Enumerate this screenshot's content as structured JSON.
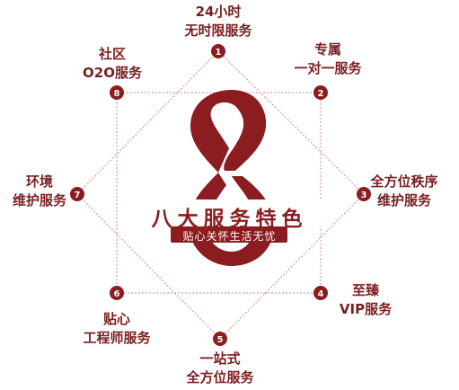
{
  "colors": {
    "brand": "#8b1c1f",
    "label": "#7a1f22",
    "line": "#c98a8c",
    "background": "#ffffff"
  },
  "center": {
    "emblem": "8",
    "title": "八大服务特色",
    "subtitle": "贴心关怀生活无忧"
  },
  "services": [
    {
      "number": "1",
      "lines": [
        "24小时",
        "无时限服务"
      ]
    },
    {
      "number": "2",
      "lines": [
        "专属",
        "一对一服务"
      ]
    },
    {
      "number": "3",
      "lines": [
        "全方位秩序",
        "维护服务"
      ]
    },
    {
      "number": "4",
      "lines": [
        "至臻",
        "VIP服务"
      ]
    },
    {
      "number": "5",
      "lines": [
        "一站式",
        "全方位服务"
      ]
    },
    {
      "number": "6",
      "lines": [
        "贴心",
        "工程师服务"
      ]
    },
    {
      "number": "7",
      "lines": [
        "环境",
        "维护服务"
      ]
    },
    {
      "number": "8",
      "lines": [
        "社区",
        "O2O服务"
      ]
    }
  ]
}
